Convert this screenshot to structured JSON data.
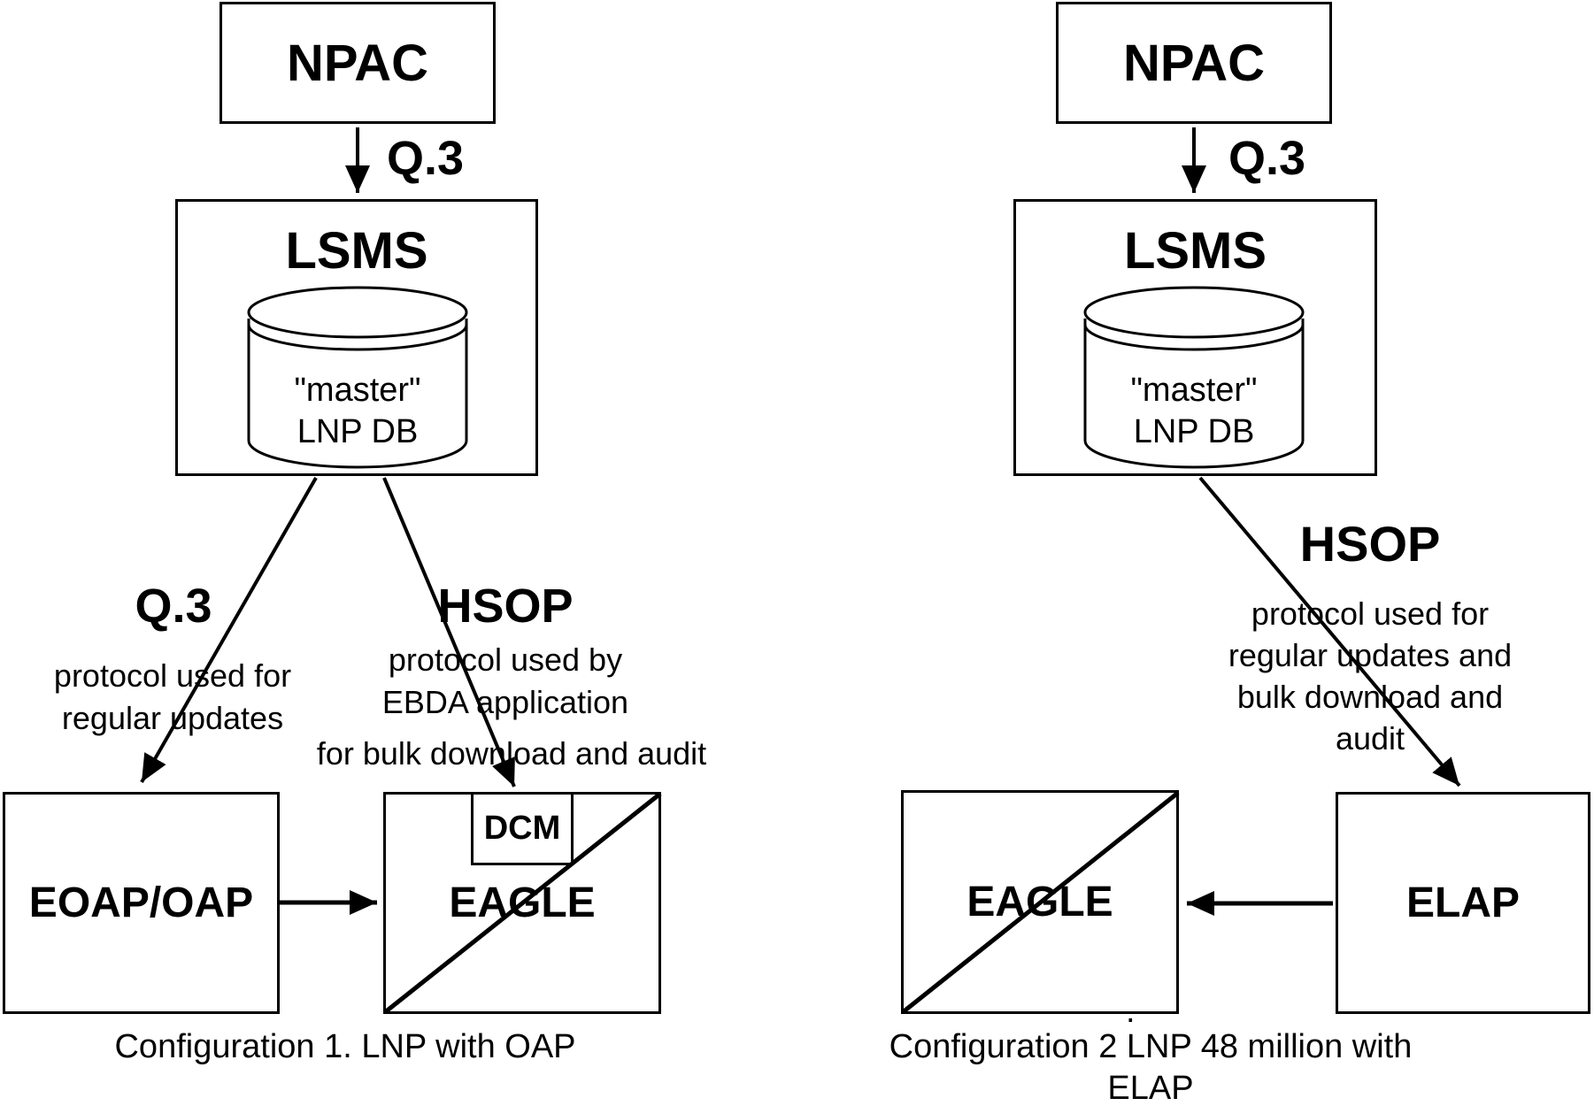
{
  "left": {
    "npac": "NPAC",
    "npac_lsms_link": "Q.3",
    "lsms": "LSMS",
    "db": [
      "\"master\"",
      "LNP DB"
    ],
    "q3_block": {
      "heading": "Q.3",
      "desc": [
        "protocol used for",
        "regular updates"
      ]
    },
    "hsop_block": {
      "heading": "HSOP",
      "desc": [
        "protocol used by",
        "EBDA application"
      ],
      "desc_wide": "for bulk download and audit"
    },
    "eoap": "EOAP/OAP",
    "dcm": "DCM",
    "eagle": "EAGLE",
    "caption": "Configuration 1. LNP with OAP"
  },
  "right": {
    "npac": "NPAC",
    "npac_lsms_link": "Q.3",
    "lsms": "LSMS",
    "db": [
      "\"master\"",
      "LNP DB"
    ],
    "hsop_block": {
      "heading": "HSOP",
      "desc": [
        "protocol used for",
        "regular updates and",
        "bulk download and",
        "audit"
      ]
    },
    "eagle": "EAGLE",
    "elap": "ELAP",
    "period": ".",
    "caption": [
      "Configuration 2 LNP 48 million with",
      "ELAP"
    ]
  },
  "colors": {
    "ink": "#000000",
    "background": "#ffffff"
  }
}
